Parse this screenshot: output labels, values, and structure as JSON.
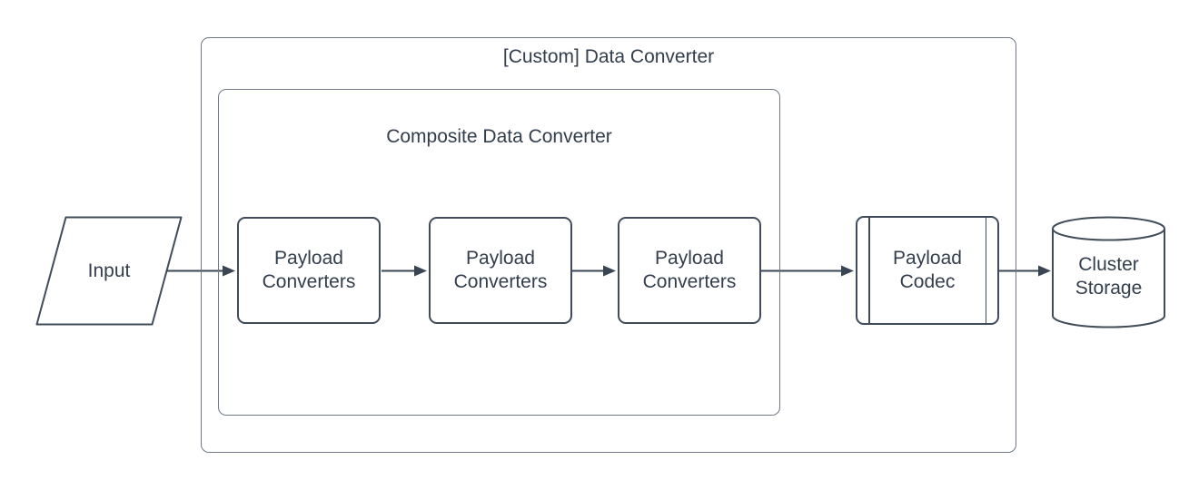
{
  "diagram": {
    "outer_container": {
      "label": "[Custom] Data Converter"
    },
    "inner_container": {
      "label": "Composite Data Converter"
    },
    "nodes": {
      "input": {
        "label": "Input",
        "shape": "parallelogram"
      },
      "converter_1": {
        "label": "Payload Converters",
        "shape": "rounded-rectangle"
      },
      "converter_2": {
        "label": "Payload Converters",
        "shape": "rounded-rectangle"
      },
      "converter_3": {
        "label": "Payload Converters",
        "shape": "rounded-rectangle"
      },
      "codec": {
        "label": "Payload Codec",
        "shape": "predefined-process"
      },
      "storage": {
        "label": "Cluster Storage",
        "shape": "cylinder"
      }
    },
    "edges": [
      {
        "from": "Input",
        "to": "Payload Converters 1"
      },
      {
        "from": "Payload Converters 1",
        "to": "Payload Converters 2"
      },
      {
        "from": "Payload Converters 2",
        "to": "Payload Converters 3"
      },
      {
        "from": "Payload Converters 3",
        "to": "Payload Codec"
      },
      {
        "from": "Payload Codec",
        "to": "Cluster Storage"
      }
    ],
    "colors": {
      "shape_stroke": "#414c5b",
      "container_stroke": "#6f7884",
      "text": "#333e4c",
      "arrow": "#3a4554",
      "background": "#ffffff"
    }
  }
}
